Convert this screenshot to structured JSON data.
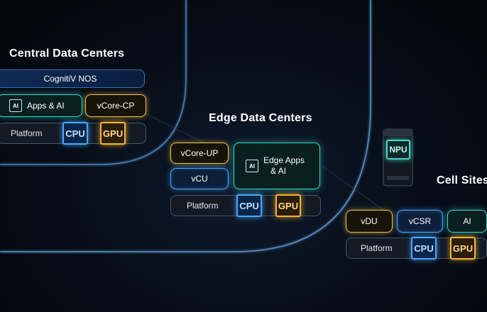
{
  "central": {
    "title": "Central Data Centers",
    "nos": "CognitiV NOS",
    "apps": "Apps & AI",
    "vcore_cp": "vCore-CP",
    "platform": "Platform",
    "cpu": "CPU",
    "gpu": "GPU",
    "ai_icon": "AI"
  },
  "edge": {
    "title": "Edge Data Centers",
    "vcore_up": "vCore-UP",
    "vcu": "vCU",
    "edge_apps_1": "Edge Apps",
    "edge_apps_2": "& AI",
    "platform": "Platform",
    "cpu": "CPU",
    "gpu": "GPU",
    "ai_icon": "AI"
  },
  "cell": {
    "title": "Cell Sites",
    "npu": "NPU",
    "vdu": "vDU",
    "vcsr": "vCSR",
    "ai": "AI",
    "platform": "Platform",
    "cpu": "CPU",
    "gpu": "GPU"
  },
  "colors": {
    "blue": "#4aa8ff",
    "gold": "#f2c14a",
    "teal": "#39d8c8",
    "background": "#05080f"
  }
}
